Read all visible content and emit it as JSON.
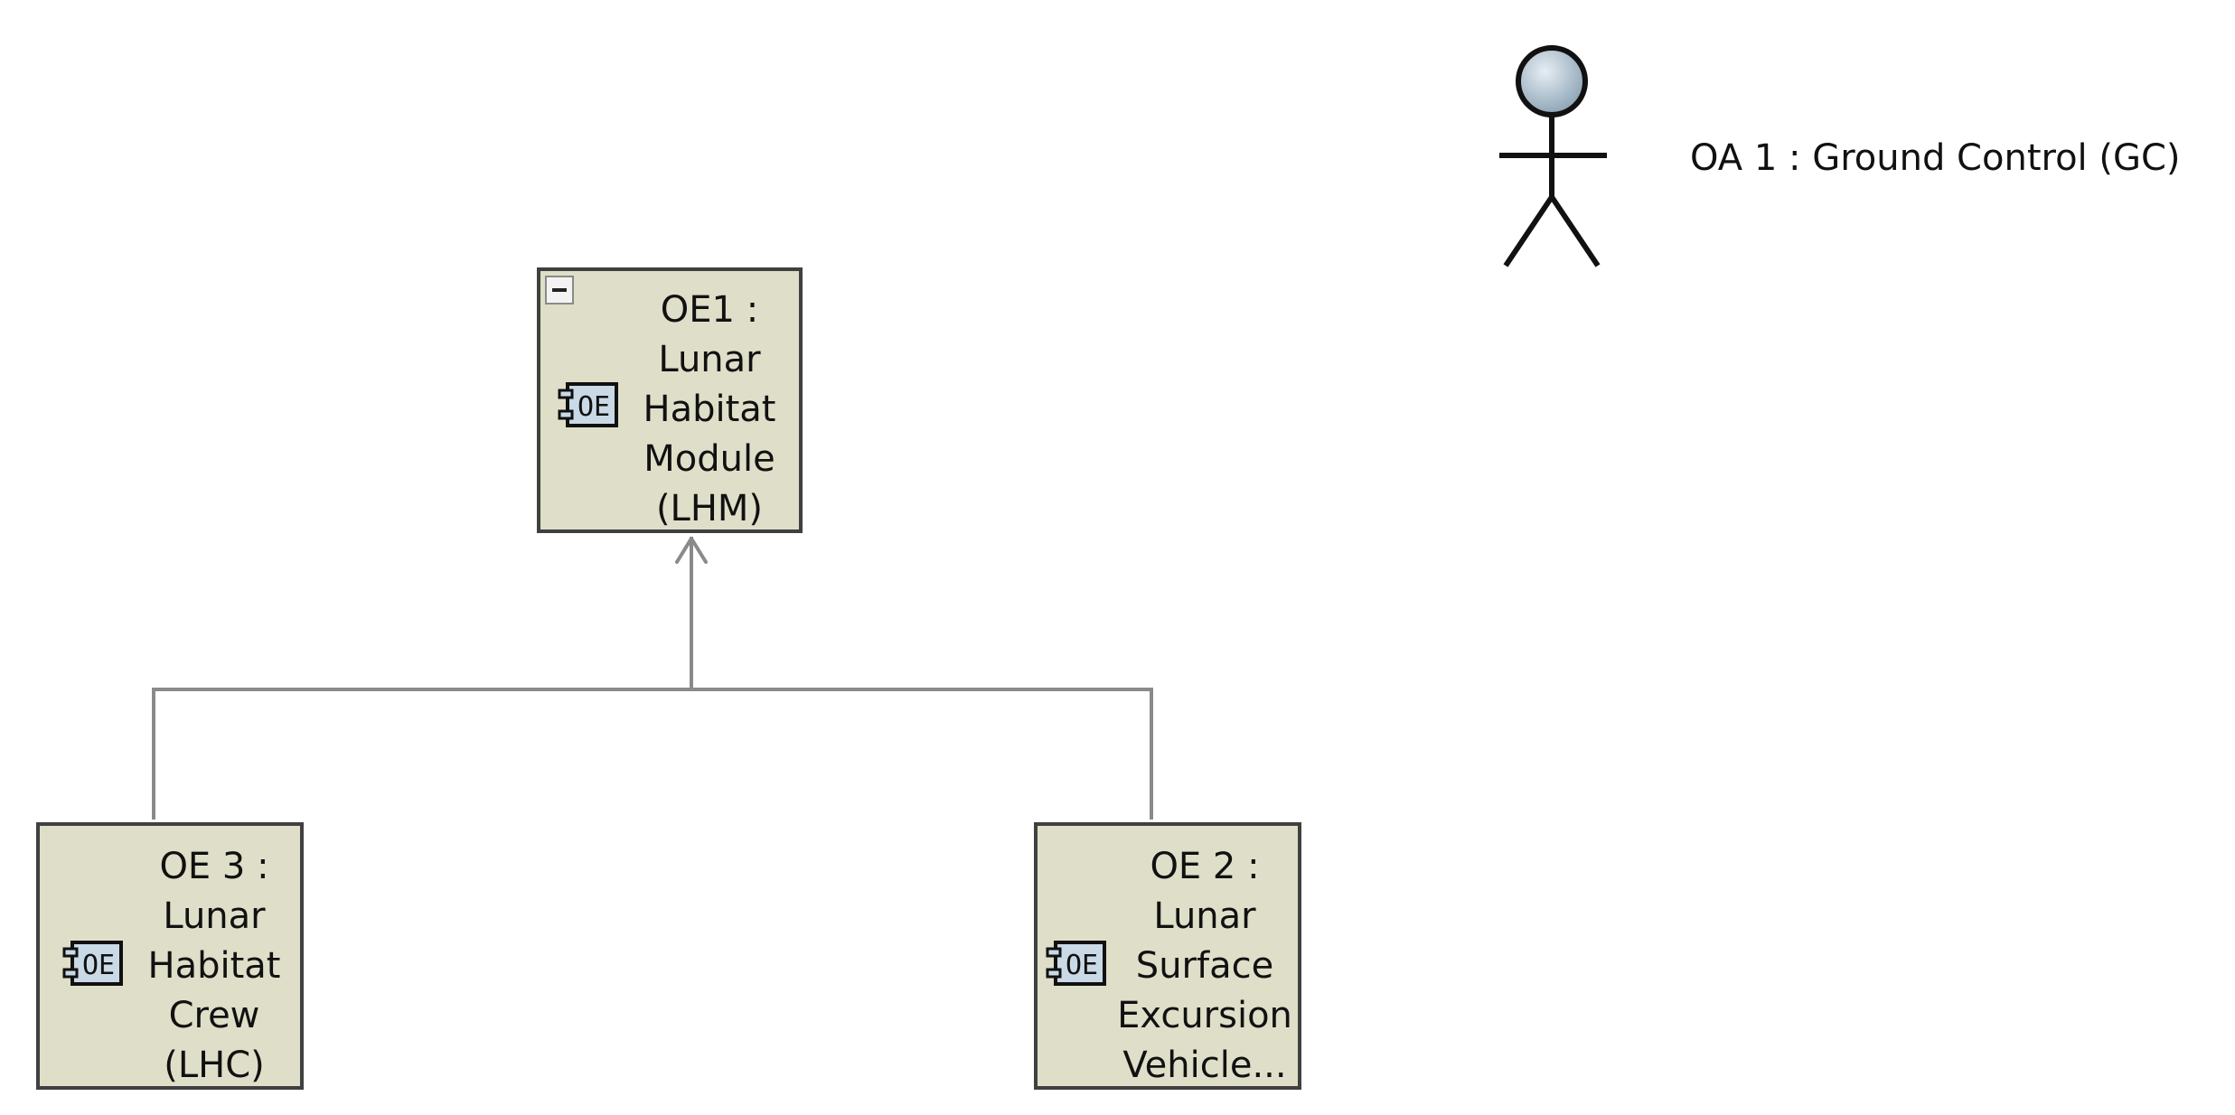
{
  "diagram": {
    "entities": [
      {
        "id": "oe1",
        "label": "OE1 :\nLunar\nHabitat\nModule\n(LHM)",
        "icon": "operational-entity-icon",
        "icon_text": "OE",
        "collapse_control": "minus-icon"
      },
      {
        "id": "oe3",
        "label": "OE 3 :\nLunar\nHabitat\nCrew\n(LHC)",
        "icon": "operational-entity-icon",
        "icon_text": "OE"
      },
      {
        "id": "oe2",
        "label": "OE 2 :\nLunar\nSurface\nExcursion\nVehicle...",
        "icon": "operational-entity-icon",
        "icon_text": "OE"
      }
    ],
    "actor": {
      "id": "oa1",
      "label": "OA 1 : Ground Control (GC)",
      "icon": "stick-figure-actor-icon"
    },
    "relations": [
      {
        "from": "oe3",
        "to": "oe1",
        "type": "composition-arrow"
      },
      {
        "from": "oe2",
        "to": "oe1",
        "type": "composition-arrow"
      }
    ],
    "colors": {
      "entity_fill": "#dfdec8",
      "entity_border": "#404040",
      "connector": "#8a8a8a",
      "actor_head": "#a9bccb",
      "icon_fill": "#c9d9e6"
    }
  }
}
